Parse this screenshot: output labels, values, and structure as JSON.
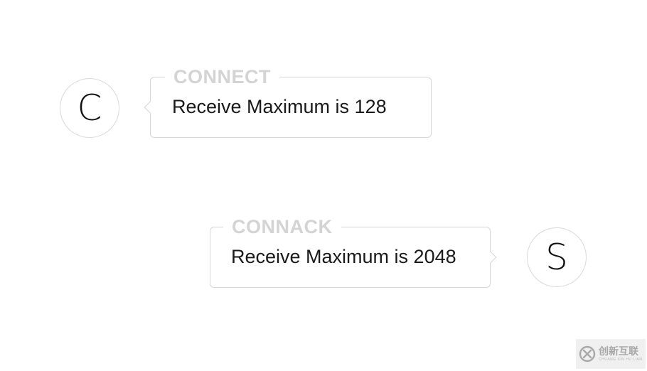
{
  "client": {
    "avatar_letter": "C",
    "message": {
      "label": "CONNECT",
      "text": "Receive Maximum is 128"
    }
  },
  "server": {
    "avatar_letter": "S",
    "message": {
      "label": "CONNACK",
      "text": "Receive Maximum is 2048"
    }
  },
  "watermark": {
    "logo_icon": "chuangxin-logo-icon",
    "text": "创新互联",
    "subtext": "CHUANG XIN HU LIAN"
  },
  "colors": {
    "border": "#d6d6d6",
    "label": "#d4d4d4",
    "text": "#1a1a1a",
    "background": "#ffffff"
  }
}
